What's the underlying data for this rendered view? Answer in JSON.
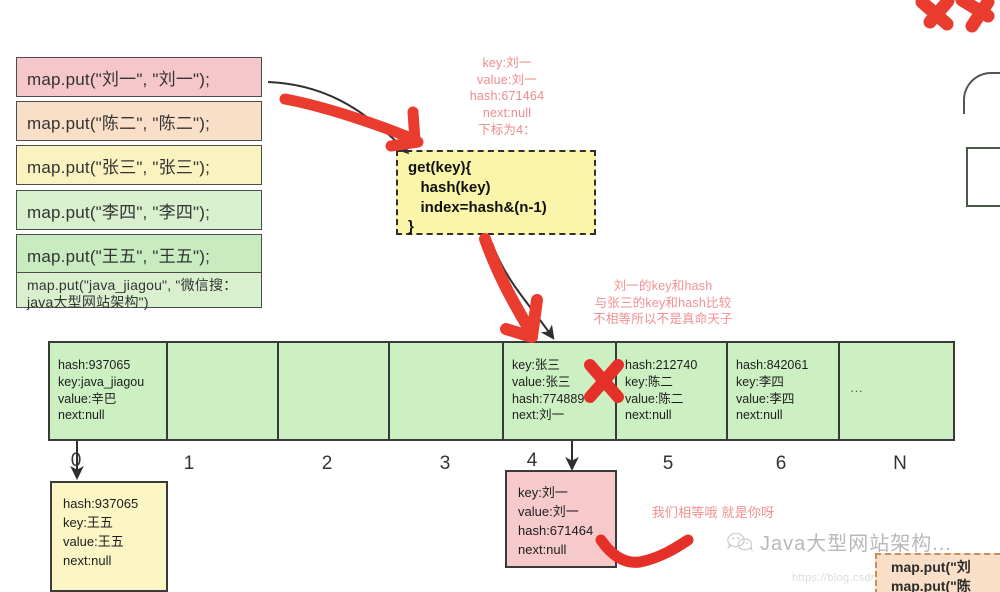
{
  "commands": {
    "items": [
      {
        "text": "map.put(\"刘一\", \"刘一\");",
        "color": "#f5c6ca"
      },
      {
        "text": "map.put(\"陈二\", \"陈二\");",
        "color": "#fadfc8"
      },
      {
        "text": "map.put(\"张三\", \"张三\");",
        "color": "#faf3c0"
      },
      {
        "text": "map.put(\"李四\", \"李四\");",
        "color": "#d9f0cf"
      },
      {
        "text": "map.put(\"王五\", \"王五\");",
        "color": "#c8ecc0"
      },
      {
        "text": "map.put(\"java_jiagou\", \"微信搜：\njava大型网站架构\")",
        "color": "#d9f0cf"
      }
    ]
  },
  "get_box": {
    "code": "get(key){\n   hash(key)\n   index=hash&(n-1)\n}"
  },
  "annotations": {
    "key_info": "key:刘一\nvalue:刘一\nhash:671464\nnext:null\n下标为4：",
    "compare_note": "刘一的key和hash\n与张三的key和hash比较\n不相等所以不是真命天子",
    "match_note": "我们相等哦 就是你呀"
  },
  "hash_table": {
    "cells": [
      {
        "index": "0",
        "content": "hash:937065\nkey:java_jiagou\nvalue:辛巴\nnext:null"
      },
      {
        "index": "1",
        "content": ""
      },
      {
        "index": "2",
        "content": ""
      },
      {
        "index": "3",
        "content": ""
      },
      {
        "index": "4",
        "content": "key:张三\nvalue:张三\nhash:774889\nnext:刘一"
      },
      {
        "index": "5",
        "content": "hash:212740\nkey:陈二\nvalue:陈二\nnext:null"
      },
      {
        "index": "6",
        "content": "hash:842061\nkey:李四\nvalue:李四\nnext:null"
      },
      {
        "index": "N",
        "content": "···"
      }
    ]
  },
  "detail_nodes": {
    "wangwu": "hash:937065\nkey:王五\nvalue:王五\nnext:null",
    "liuyi": "key:刘一\nvalue:刘一\nhash:671464\nnext:null"
  },
  "watermark": {
    "text": "Java大型网站架构...",
    "url": "https://blog.csdn.net/ocmyjavaarchitec"
  },
  "cropped": {
    "bottom_right_box": "map.put(\"刘\nmap.put(\"陈"
  },
  "colors": {
    "red_ink": "#e8342c",
    "red_text": "#f08a8a",
    "table_green": "#cdf0c3",
    "yellow_box": "#faf5a8",
    "pink_box": "#f6c9cb"
  }
}
